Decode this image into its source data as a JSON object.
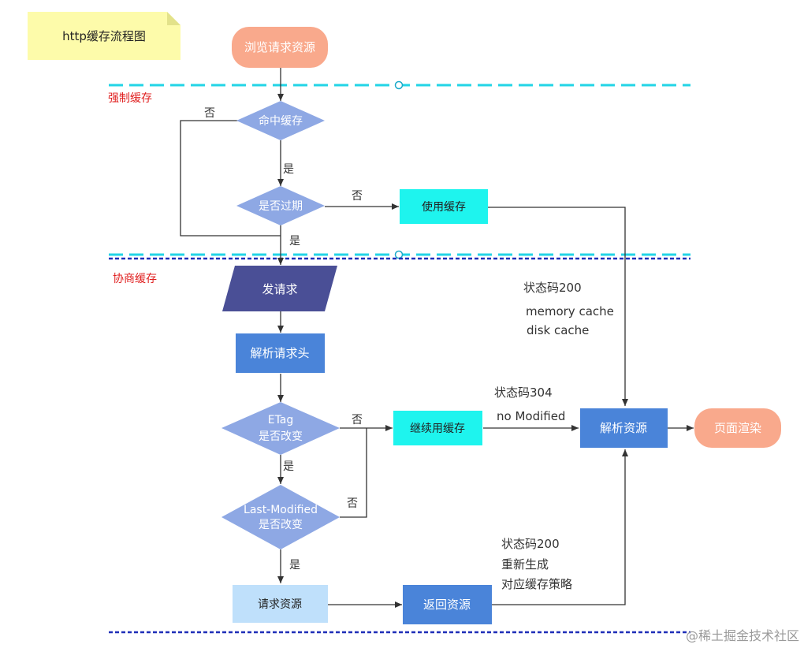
{
  "note": {
    "text": "http缓存流程图"
  },
  "sections": {
    "force_cache": "强制缓存",
    "negotiate_cache": "协商缓存"
  },
  "nodes": {
    "start": "浏览请求资源",
    "hit_cache": "命中缓存",
    "is_expired": "是否过期",
    "use_cache": "使用缓存",
    "send_request": "发请求",
    "parse_header": "解析请求头",
    "etag_line1": "ETag",
    "etag_line2": "是否改变",
    "continue_cache": "继续用缓存",
    "lm_line1": "Last-Modified",
    "lm_line2": "是否改变",
    "request_resource": "请求资源",
    "return_resource": "返回资源",
    "parse_resource": "解析资源",
    "render": "页面渲染"
  },
  "edge_labels": {
    "hit_no": "否",
    "hit_yes": "是",
    "expired_no": "否",
    "expired_yes": "是",
    "etag_no": "否",
    "etag_yes": "是",
    "lm_no": "否",
    "lm_yes": "是"
  },
  "annotations": {
    "status200_a": "状态码200",
    "memory_cache": "memory cache",
    "disk_cache": "disk cache",
    "status304": "状态码304",
    "no_modified": "no Modified",
    "status200_b": "状态码200",
    "regenerate": "重新生成",
    "cache_policy": "对应缓存策略"
  },
  "watermark": "@稀土掘金技术社区",
  "colors": {
    "start_end": "#f9a98c",
    "diamond": "#8ea8e4",
    "cyan_box": "#1ef4ee",
    "blue_box": "#4a84d9",
    "dark_para": "#4a4f96",
    "light_box": "#bfe0fb",
    "note": "#fdfbaa",
    "cyan_line": "#22d4e6",
    "navy_line": "#1f2fb8",
    "section_text": "#e02020"
  }
}
